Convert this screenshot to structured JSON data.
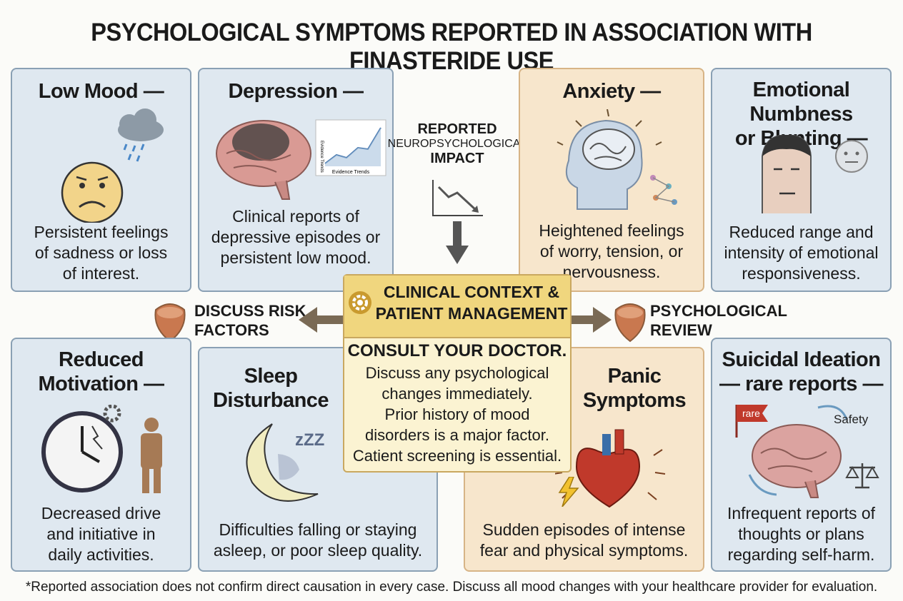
{
  "title": "PSYCHOLOGICAL SYMPTOMS REPORTED IN ASSOCIATION WITH FINASTERIDE USE",
  "center_top_label": {
    "line1": "REPORTED",
    "line2": "NEUROPSYCHOLOGICAL",
    "line3": "IMPACT"
  },
  "cards": {
    "low_mood": {
      "title": "Low Mood —",
      "text": [
        "Persistent feelings",
        "of sadness or loss",
        "of interest."
      ]
    },
    "depression": {
      "title": "Depression —",
      "text": [
        "Clinical reports of",
        "depressive episodes or",
        "persistent low mood."
      ],
      "chart_label": "Evidence Trends",
      "chart_side_label": "Evidence Trends"
    },
    "anxiety": {
      "title": "Anxiety —",
      "text": [
        "Heightened feelings",
        "of worry, tension, or",
        "nervousness."
      ]
    },
    "numbness": {
      "title": [
        "Emotional Numbness",
        "or Blunting —"
      ],
      "text": [
        "Reduced range and",
        "intensity of emotional",
        "responsiveness."
      ]
    },
    "motivation": {
      "title": [
        "Reduced",
        "Motivation —"
      ],
      "text": [
        "Decreased drive",
        "and initiative in",
        "daily activities."
      ]
    },
    "sleep": {
      "title": [
        "Sleep",
        "Disturbance"
      ],
      "text": [
        "Difficulties falling or staying",
        "asleep, or poor sleep quality."
      ],
      "zzz": "zZZ"
    },
    "panic": {
      "title": [
        "Panic",
        "Symptoms"
      ],
      "text": [
        "Sudden episodes of intense",
        "fear and physical symptoms."
      ]
    },
    "suicidal": {
      "title": "Suicidal Ideation",
      "subtitle": "— rare reports —",
      "text": [
        "Infrequent reports of",
        "thoughts or plans",
        "regarding self-harm."
      ],
      "flag": "rare",
      "safety": "Safety"
    }
  },
  "center": {
    "title": [
      "CLINICAL CONTEXT &",
      "PATIENT MANAGEMENT"
    ],
    "consult": "CONSULT YOUR DOCTOR.",
    "text": [
      "Discuss any psychological",
      "changes immediately.",
      "Prior history of mood",
      "disorders is a major factor.",
      "Catient screening is essential."
    ]
  },
  "left_label": [
    "DISCUSS RISK",
    "FACTORS"
  ],
  "right_label": [
    "PSYCHOLOGICAL",
    "REVIEW"
  ],
  "footer": "*Reported association does not confirm direct causation in every case. Discuss all mood changes with your healthcare provider for evaluation.",
  "colors": {
    "card_blue": "#dfe8f0",
    "card_warm": "#f7e6cc",
    "center_fill": "#fbf3d2",
    "center_header": "#f0d67e",
    "arrow": "#7a6a55"
  }
}
